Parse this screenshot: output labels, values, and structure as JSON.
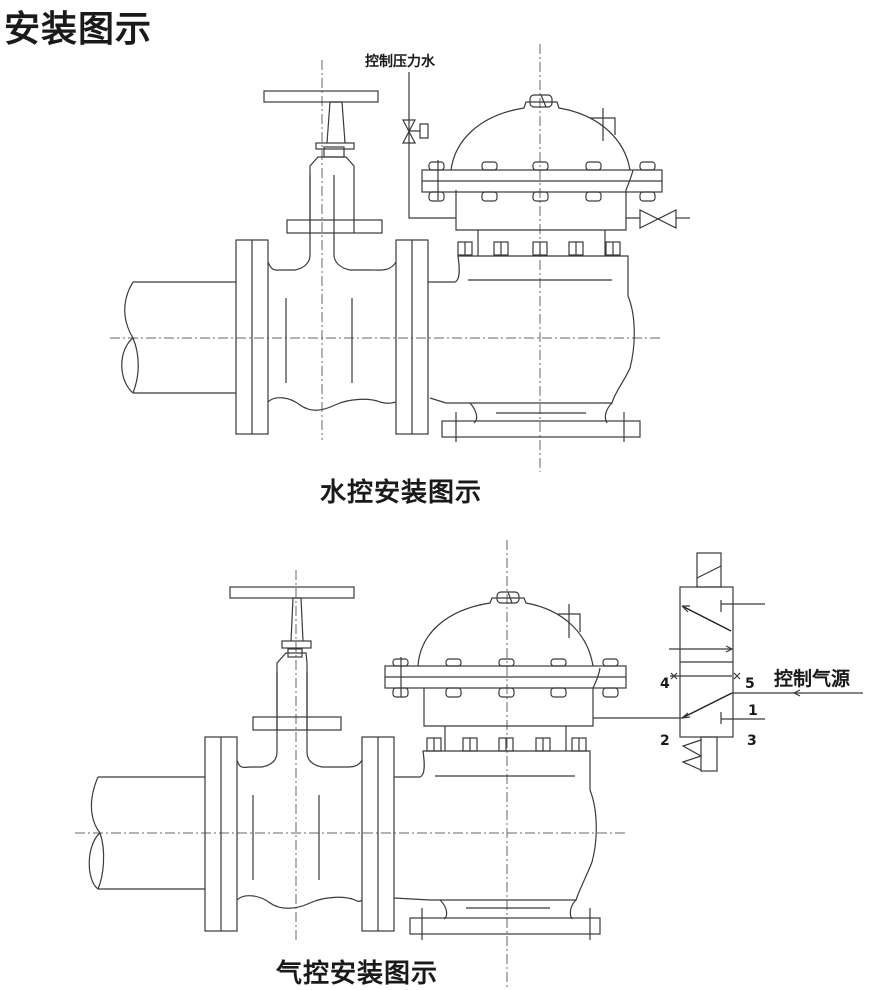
{
  "page_title": "安装图示",
  "water_control": {
    "caption": "水控安装图示",
    "pipe_label": "控制压力水"
  },
  "air_control": {
    "caption": "气控安装图示",
    "source_label": "控制气源",
    "port_labels": {
      "p4": "4",
      "p5": "5",
      "p1": "1",
      "p2": "2",
      "p3": "3"
    }
  }
}
